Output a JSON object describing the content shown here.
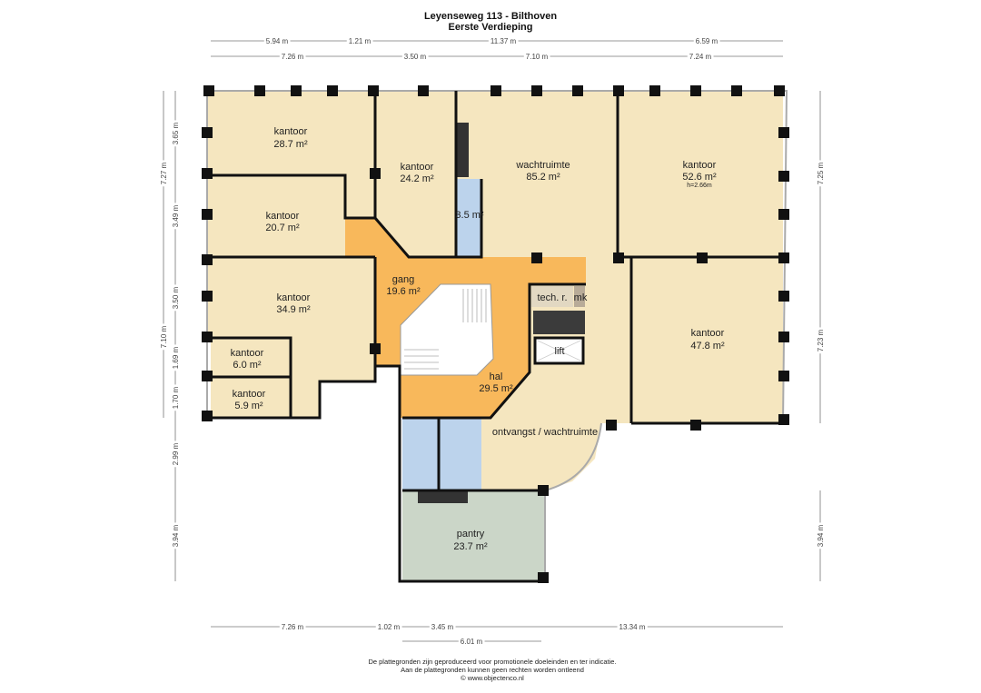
{
  "header": {
    "title": "Leyenseweg 113 - Bilthoven",
    "subtitle": "Eerste Verdieping"
  },
  "dimensions": {
    "top_row1": [
      "5.94 m",
      "1.21 m",
      "11.37 m",
      "6.59 m"
    ],
    "top_row2": [
      "7.26 m",
      "3.50 m",
      "7.10 m",
      "7.24 m"
    ],
    "left_outer": [
      "7.27 m",
      "7.10 m"
    ],
    "left_inner": [
      "3.65 m",
      "3.49 m",
      "3.50 m",
      "1.69 m",
      "1.70 m",
      "2.99 m",
      "3.94 m"
    ],
    "right": [
      "7.25 m",
      "7.23 m",
      "3.94 m"
    ],
    "bottom_row1": [
      "7.26 m",
      "1.02 m",
      "3.45 m",
      "13.34 m"
    ],
    "bottom_row2": [
      "6.01 m"
    ]
  },
  "rooms": {
    "kantoor_a": {
      "name": "kantoor",
      "area": "28.7 m²"
    },
    "kantoor_b": {
      "name": "kantoor",
      "area": "24.2 m²"
    },
    "wachtruimte": {
      "name": "wachtruimte",
      "area": "85.2 m²"
    },
    "kantoor_c": {
      "name": "kantoor",
      "area": "52.6 m²",
      "height": "h=2.66m"
    },
    "kantoor_d": {
      "name": "kantoor",
      "area": "20.7 m²"
    },
    "small": {
      "area": "3.5 m²"
    },
    "gang": {
      "name": "gang",
      "area": "19.6 m²"
    },
    "tech": {
      "name": "tech. r."
    },
    "mk": {
      "name": "mk"
    },
    "kantoor_e": {
      "name": "kantoor",
      "area": "34.9 m²"
    },
    "lift": {
      "name": "lift"
    },
    "kantoor_f": {
      "name": "kantoor",
      "area": "47.8 m²"
    },
    "kantoor_g": {
      "name": "kantoor",
      "area": "6.0 m²"
    },
    "hal": {
      "name": "hal",
      "area": "29.5 m²"
    },
    "kantoor_h": {
      "name": "kantoor",
      "area": "5.9 m²"
    },
    "ontvangst": {
      "name": "ontvangst / wachtruimte"
    },
    "pantry": {
      "name": "pantry",
      "area": "23.7 m²"
    }
  },
  "colors": {
    "office": "#f5e6bf",
    "corridor": "#f8b85b",
    "wet": "#bcd3ec",
    "pantry": "#cbd6c8"
  },
  "footer": {
    "line1": "De plattegronden zijn geproduceerd voor promotionele doeleinden en ter indicatie.",
    "line2": "Aan de plattegronden kunnen geen rechten worden ontleend",
    "line3": "© www.objectenco.nl"
  }
}
